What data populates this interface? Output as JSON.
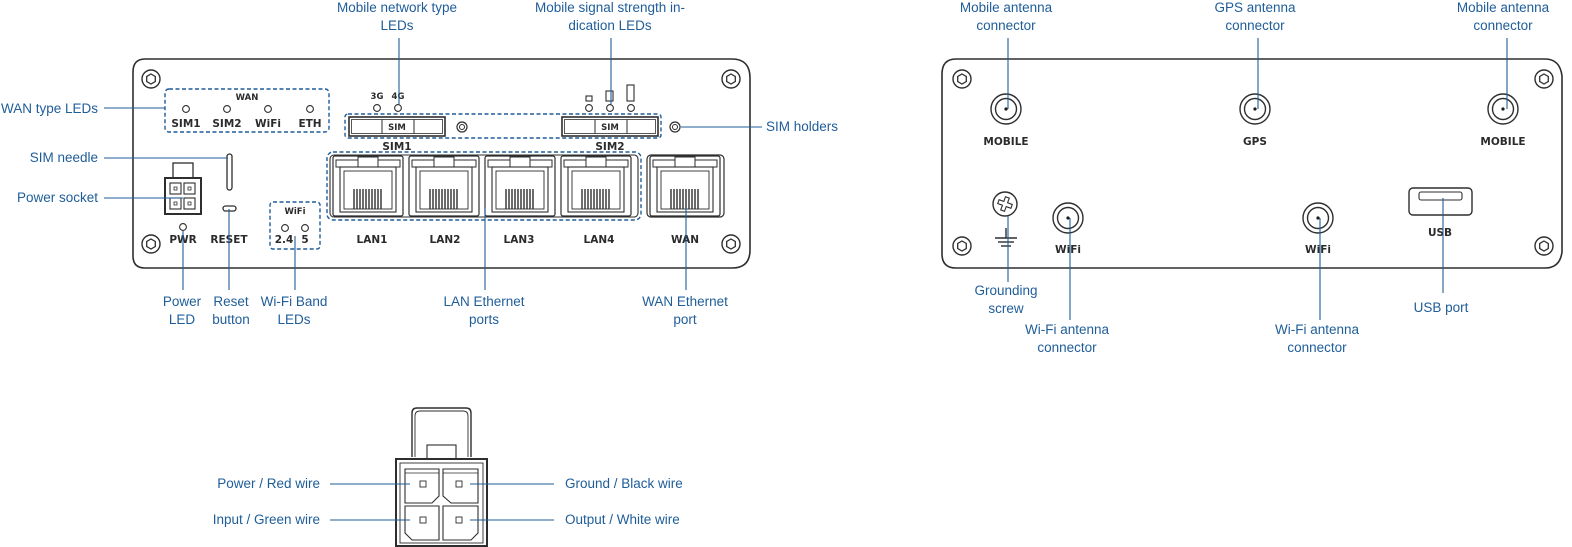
{
  "colors": {
    "callout_text": "#1f5d99",
    "leader_line": "#1f5d99",
    "device_outline": "#2e2e2e",
    "device_label": "#2b2b2b",
    "background": "#ffffff"
  },
  "front_panel": {
    "wan_group_title": "WAN",
    "wan_leds": [
      "SIM1",
      "SIM2",
      "WiFi",
      "ETH"
    ],
    "network_type_leds": [
      "3G",
      "4G"
    ],
    "sim_slots": [
      {
        "label": "SIM1",
        "slot_text": "SIM"
      },
      {
        "label": "SIM2",
        "slot_text": "SIM"
      }
    ],
    "wifi_group_title": "WiFi",
    "wifi_bands": [
      "2.4",
      "5"
    ],
    "pwr_label": "PWR",
    "reset_label": "RESET",
    "lan_ports": [
      "LAN1",
      "LAN2",
      "LAN3",
      "LAN4"
    ],
    "wan_port": "WAN"
  },
  "front_callouts": {
    "mobile_network_type": [
      "Mobile network type",
      "LEDs"
    ],
    "signal_strength": [
      "Mobile signal strength in-",
      "dication LEDs"
    ],
    "wan_type": "WAN type LEDs",
    "sim_needle": "SIM needle",
    "power_socket": "Power socket",
    "sim_holders": "SIM holders",
    "power_led": [
      "Power",
      "LED"
    ],
    "reset_button": [
      "Reset",
      "button"
    ],
    "wifi_band": [
      "Wi-Fi Band",
      "LEDs"
    ],
    "lan_ports": [
      "LAN Ethernet",
      "ports"
    ],
    "wan_port": [
      "WAN Ethernet",
      "port"
    ]
  },
  "rear_panel": {
    "mobile_left": "MOBILE",
    "gps": "GPS",
    "mobile_right": "MOBILE",
    "wifi_left": "WiFi",
    "wifi_right": "WiFi",
    "usb": "USB"
  },
  "rear_callouts": {
    "mobile_left": [
      "Mobile antenna",
      "connector"
    ],
    "gps": [
      "GPS antenna",
      "connector"
    ],
    "mobile_right": [
      "Mobile antenna",
      "connector"
    ],
    "grounding": [
      "Grounding",
      "screw"
    ],
    "wifi_left": [
      "Wi-Fi antenna",
      "connector"
    ],
    "wifi_right": [
      "Wi-Fi antenna",
      "connector"
    ],
    "usb": "USB port"
  },
  "power_connector": {
    "pins": [
      {
        "label": "Power / Red wire",
        "position": "top-left"
      },
      {
        "label": "Ground / Black wire",
        "position": "top-right"
      },
      {
        "label": "Input / Green wire",
        "position": "bottom-left"
      },
      {
        "label": "Output / White wire",
        "position": "bottom-right"
      }
    ]
  }
}
